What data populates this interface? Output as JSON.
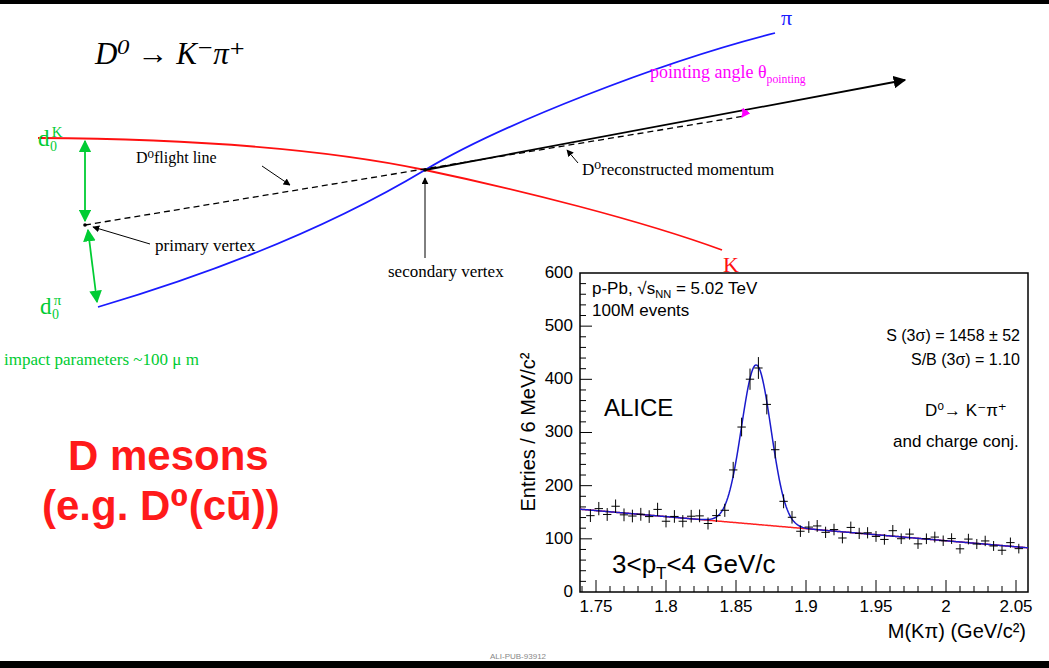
{
  "diagram": {
    "labels": [
      "D⁰ → K⁻π⁺",
      "π",
      "pointing angle θ",
      "pointing",
      "D⁰reconstructed momentum",
      "D⁰flight line",
      "primary vertex",
      "secondary vertex",
      "K",
      "d₀",
      "K",
      "d₀",
      "π",
      "impact parameters ~100 μ m",
      "D mesons",
      "(e.g. D⁰(cū))",
      "p-Pb, √s",
      "NN",
      " = 5.02 TeV",
      "100M events",
      "S (3σ) = 1458 ± 52",
      "S/B (3σ) = 1.10",
      "ALICE",
      "D⁰→ K⁻π⁺",
      "and charge conj.",
      "3<p",
      "T",
      "<4 GeV/c",
      "600",
      "500",
      "400",
      "300",
      "200",
      "100",
      "0",
      "1.75",
      "1.8",
      "1.85",
      "1.9",
      "1.95",
      "2",
      "2.05",
      "Entries / 6 MeV/c²",
      "M(Kπ) (GeV/c²)",
      "ALI-PUB-93912"
    ]
  }
}
